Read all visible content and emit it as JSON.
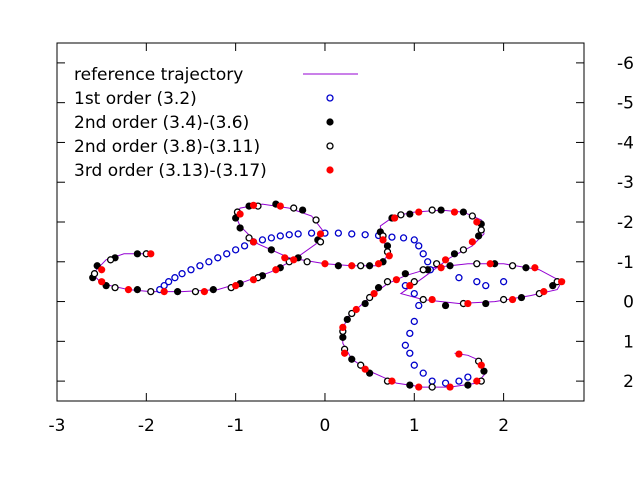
{
  "chart_data": {
    "type": "scatter",
    "xlim": [
      -3,
      2.9
    ],
    "ylim": [
      2.5,
      -6.5
    ],
    "y_inverted": true,
    "y_axis_side": "right",
    "x_ticks": [
      -3,
      -2,
      -1,
      0,
      1,
      2
    ],
    "y_ticks": [
      -6,
      -5,
      -4,
      -3,
      -2,
      -1,
      0,
      1,
      2
    ],
    "x_tick_labels": [
      "-3",
      "-2",
      "-1",
      "0",
      "1",
      "2"
    ],
    "y_tick_labels": [
      "-6",
      "-5",
      "-4",
      "-3",
      "-2",
      "-1",
      "0",
      "1",
      "2"
    ],
    "grid": false,
    "legend_position": "top-left",
    "series": [
      {
        "name": "reference trajectory",
        "kind": "line",
        "color": "#9400d3",
        "points": [
          [
            -1.95,
            -1.2
          ],
          [
            -2.25,
            -1.2
          ],
          [
            -2.45,
            -1.05
          ],
          [
            -2.6,
            -0.7
          ],
          [
            -2.5,
            -0.45
          ],
          [
            -2.2,
            -0.3
          ],
          [
            -1.95,
            -0.25
          ],
          [
            -1.6,
            -0.25
          ],
          [
            -1.2,
            -0.3
          ],
          [
            -0.9,
            -0.5
          ],
          [
            -0.6,
            -0.75
          ],
          [
            -0.35,
            -1.05
          ],
          [
            -0.1,
            -1.45
          ],
          [
            -0.03,
            -1.8
          ],
          [
            -0.15,
            -2.15
          ],
          [
            -0.4,
            -2.35
          ],
          [
            -0.7,
            -2.45
          ],
          [
            -0.95,
            -2.35
          ],
          [
            -1.0,
            -2.15
          ],
          [
            -0.95,
            -1.9
          ],
          [
            -0.75,
            -1.45
          ],
          [
            -0.4,
            -1.1
          ],
          [
            0.0,
            -0.95
          ],
          [
            0.3,
            -0.9
          ],
          [
            0.6,
            -0.9
          ],
          [
            0.72,
            -1.2
          ],
          [
            0.65,
            -1.55
          ],
          [
            0.62,
            -1.9
          ],
          [
            0.78,
            -2.15
          ],
          [
            1.0,
            -2.25
          ],
          [
            1.3,
            -2.3
          ],
          [
            1.55,
            -2.25
          ],
          [
            1.75,
            -2.05
          ],
          [
            1.78,
            -1.7
          ],
          [
            1.65,
            -1.4
          ],
          [
            1.4,
            -1.1
          ],
          [
            1.1,
            -0.6
          ],
          [
            0.85,
            -0.2
          ],
          [
            1.1,
            -0.05
          ],
          [
            1.5,
            0.05
          ],
          [
            1.9,
            0.0
          ],
          [
            2.3,
            -0.15
          ],
          [
            2.6,
            -0.3
          ],
          [
            2.65,
            -0.5
          ],
          [
            2.4,
            -0.8
          ],
          [
            2.0,
            -0.95
          ],
          [
            1.6,
            -0.95
          ],
          [
            1.2,
            -0.85
          ],
          [
            0.9,
            -0.65
          ],
          [
            0.7,
            -0.45
          ],
          [
            0.55,
            -0.2
          ],
          [
            0.4,
            0.1
          ],
          [
            0.25,
            0.4
          ],
          [
            0.2,
            0.7
          ],
          [
            0.2,
            1.05
          ],
          [
            0.3,
            1.45
          ],
          [
            0.5,
            1.75
          ],
          [
            0.8,
            2.05
          ],
          [
            1.1,
            2.15
          ],
          [
            1.4,
            2.15
          ],
          [
            1.7,
            2.05
          ],
          [
            1.8,
            1.8
          ],
          [
            1.75,
            1.5
          ],
          [
            1.6,
            1.35
          ],
          [
            1.45,
            1.3
          ]
        ]
      },
      {
        "name": "1st order (3.2)",
        "kind": "points",
        "marker": "open-circle",
        "color": "#0000cc",
        "points": [
          [
            -1.85,
            -0.3
          ],
          [
            -1.8,
            -0.4
          ],
          [
            -1.75,
            -0.5
          ],
          [
            -1.68,
            -0.6
          ],
          [
            -1.6,
            -0.7
          ],
          [
            -1.5,
            -0.8
          ],
          [
            -1.4,
            -0.9
          ],
          [
            -1.3,
            -1.0
          ],
          [
            -1.2,
            -1.1
          ],
          [
            -1.1,
            -1.2
          ],
          [
            -1.0,
            -1.3
          ],
          [
            -0.9,
            -1.4
          ],
          [
            -0.8,
            -1.5
          ],
          [
            -0.7,
            -1.55
          ],
          [
            -0.6,
            -1.6
          ],
          [
            -0.5,
            -1.65
          ],
          [
            -0.4,
            -1.68
          ],
          [
            -0.3,
            -1.7
          ],
          [
            -0.15,
            -1.72
          ],
          [
            0.0,
            -1.72
          ],
          [
            0.15,
            -1.72
          ],
          [
            0.3,
            -1.7
          ],
          [
            0.45,
            -1.68
          ],
          [
            0.6,
            -1.66
          ],
          [
            0.75,
            -1.62
          ],
          [
            0.88,
            -1.6
          ],
          [
            1.0,
            -1.55
          ],
          [
            1.05,
            -1.4
          ],
          [
            1.1,
            -1.2
          ],
          [
            1.15,
            -1.0
          ],
          [
            1.18,
            -0.8
          ],
          [
            1.5,
            -0.6
          ],
          [
            1.7,
            -0.5
          ],
          [
            1.8,
            -0.4
          ],
          [
            2.0,
            -0.5
          ],
          [
            0.9,
            -0.4
          ],
          [
            1.0,
            -0.2
          ],
          [
            1.05,
            0.1
          ],
          [
            1.0,
            0.5
          ],
          [
            0.95,
            0.8
          ],
          [
            0.9,
            1.1
          ],
          [
            0.95,
            1.3
          ],
          [
            1.0,
            1.6
          ],
          [
            1.1,
            1.8
          ],
          [
            1.2,
            2.0
          ],
          [
            1.35,
            2.05
          ],
          [
            1.5,
            2.0
          ],
          [
            1.6,
            1.9
          ]
        ]
      },
      {
        "name": "2nd order (3.4)-(3.6)",
        "kind": "points",
        "marker": "filled-circle",
        "color": "#000000",
        "points": [
          [
            -2.1,
            -1.2
          ],
          [
            -2.35,
            -1.1
          ],
          [
            -2.55,
            -0.9
          ],
          [
            -2.6,
            -0.6
          ],
          [
            -2.45,
            -0.4
          ],
          [
            -2.1,
            -0.3
          ],
          [
            -1.65,
            -0.25
          ],
          [
            -1.25,
            -0.3
          ],
          [
            -0.95,
            -0.45
          ],
          [
            -0.7,
            -0.65
          ],
          [
            -0.5,
            -0.85
          ],
          [
            -0.3,
            -1.1
          ],
          [
            -0.08,
            -1.55
          ],
          [
            -0.25,
            -2.3
          ],
          [
            -0.55,
            -2.45
          ],
          [
            -0.85,
            -2.4
          ],
          [
            -1.0,
            -2.1
          ],
          [
            -0.95,
            -1.85
          ],
          [
            -0.6,
            -1.3
          ],
          [
            0.15,
            -0.9
          ],
          [
            0.5,
            -0.9
          ],
          [
            0.65,
            -1.0
          ],
          [
            0.7,
            -1.4
          ],
          [
            0.62,
            -1.75
          ],
          [
            0.75,
            -2.1
          ],
          [
            0.95,
            -2.2
          ],
          [
            1.3,
            -2.3
          ],
          [
            1.55,
            -2.25
          ],
          [
            1.75,
            -1.95
          ],
          [
            1.72,
            -1.65
          ],
          [
            1.45,
            -1.2
          ],
          [
            1.15,
            -0.8
          ],
          [
            1.35,
            0.1
          ],
          [
            1.8,
            0.05
          ],
          [
            2.2,
            -0.1
          ],
          [
            2.55,
            -0.4
          ],
          [
            2.25,
            -0.85
          ],
          [
            1.9,
            -0.95
          ],
          [
            1.4,
            -0.9
          ],
          [
            0.9,
            -0.7
          ],
          [
            0.6,
            -0.35
          ],
          [
            0.45,
            0.05
          ],
          [
            0.25,
            0.45
          ],
          [
            0.2,
            0.9
          ],
          [
            0.3,
            1.45
          ],
          [
            0.5,
            1.8
          ],
          [
            0.95,
            2.1
          ],
          [
            1.6,
            2.1
          ],
          [
            1.78,
            1.75
          ]
        ]
      },
      {
        "name": "2nd order (3.8)-(3.11)",
        "kind": "points",
        "marker": "open-circle",
        "color": "#000000",
        "points": [
          [
            -2.0,
            -1.2
          ],
          [
            -2.4,
            -1.05
          ],
          [
            -2.58,
            -0.7
          ],
          [
            -2.35,
            -0.35
          ],
          [
            -1.95,
            -0.25
          ],
          [
            -1.45,
            -0.25
          ],
          [
            -1.05,
            -0.35
          ],
          [
            -0.75,
            -0.6
          ],
          [
            -0.4,
            -1.0
          ],
          [
            -0.05,
            -1.5
          ],
          [
            -0.1,
            -2.05
          ],
          [
            -0.35,
            -2.35
          ],
          [
            -0.75,
            -2.4
          ],
          [
            -0.98,
            -2.25
          ],
          [
            -0.85,
            -1.6
          ],
          [
            -0.2,
            -1.0
          ],
          [
            0.4,
            -0.9
          ],
          [
            0.7,
            -1.25
          ],
          [
            0.65,
            -1.65
          ],
          [
            0.85,
            -2.18
          ],
          [
            1.2,
            -2.3
          ],
          [
            1.65,
            -2.15
          ],
          [
            1.75,
            -1.8
          ],
          [
            1.55,
            -1.3
          ],
          [
            1.25,
            -0.95
          ],
          [
            1.0,
            -0.5
          ],
          [
            1.1,
            -0.05
          ],
          [
            1.55,
            0.05
          ],
          [
            2.0,
            -0.05
          ],
          [
            2.4,
            -0.2
          ],
          [
            2.6,
            -0.5
          ],
          [
            2.1,
            -0.9
          ],
          [
            1.7,
            -0.95
          ],
          [
            1.1,
            -0.8
          ],
          [
            0.7,
            -0.5
          ],
          [
            0.5,
            -0.1
          ],
          [
            0.3,
            0.3
          ],
          [
            0.2,
            0.75
          ],
          [
            0.22,
            1.2
          ],
          [
            0.4,
            1.6
          ],
          [
            0.7,
            2.0
          ],
          [
            1.2,
            2.15
          ],
          [
            1.75,
            2.0
          ],
          [
            1.72,
            1.5
          ]
        ]
      },
      {
        "name": "3rd order (3.13)-(3.17)",
        "kind": "points",
        "marker": "filled-circle",
        "color": "#ff0000",
        "points": [
          [
            -1.95,
            -1.2
          ],
          [
            -2.5,
            -0.8
          ],
          [
            -2.5,
            -0.5
          ],
          [
            -2.2,
            -0.3
          ],
          [
            -1.8,
            -0.25
          ],
          [
            -1.35,
            -0.25
          ],
          [
            -1.0,
            -0.4
          ],
          [
            -0.8,
            -0.55
          ],
          [
            -0.55,
            -0.8
          ],
          [
            -0.35,
            -1.05
          ],
          [
            -0.05,
            -1.7
          ],
          [
            -0.5,
            -2.4
          ],
          [
            -0.8,
            -2.42
          ],
          [
            -0.95,
            -2.2
          ],
          [
            -0.8,
            -1.5
          ],
          [
            -0.45,
            -1.1
          ],
          [
            0.0,
            -0.95
          ],
          [
            0.3,
            -0.9
          ],
          [
            0.6,
            -0.95
          ],
          [
            0.72,
            -1.15
          ],
          [
            0.65,
            -1.55
          ],
          [
            0.78,
            -2.1
          ],
          [
            1.05,
            -2.25
          ],
          [
            1.45,
            -2.25
          ],
          [
            1.7,
            -2.0
          ],
          [
            1.65,
            -1.5
          ],
          [
            1.35,
            -1.05
          ],
          [
            0.95,
            -0.4
          ],
          [
            1.2,
            -0.05
          ],
          [
            1.6,
            0.05
          ],
          [
            2.1,
            -0.05
          ],
          [
            2.45,
            -0.25
          ],
          [
            2.65,
            -0.5
          ],
          [
            2.35,
            -0.85
          ],
          [
            1.85,
            -0.95
          ],
          [
            1.3,
            -0.85
          ],
          [
            0.8,
            -0.55
          ],
          [
            0.55,
            -0.2
          ],
          [
            0.35,
            0.2
          ],
          [
            0.2,
            0.65
          ],
          [
            0.22,
            1.3
          ],
          [
            0.45,
            1.7
          ],
          [
            0.75,
            2.0
          ],
          [
            1.05,
            2.15
          ],
          [
            1.4,
            2.15
          ],
          [
            1.7,
            2.0
          ],
          [
            1.75,
            1.6
          ],
          [
            1.5,
            1.32
          ]
        ]
      }
    ]
  }
}
